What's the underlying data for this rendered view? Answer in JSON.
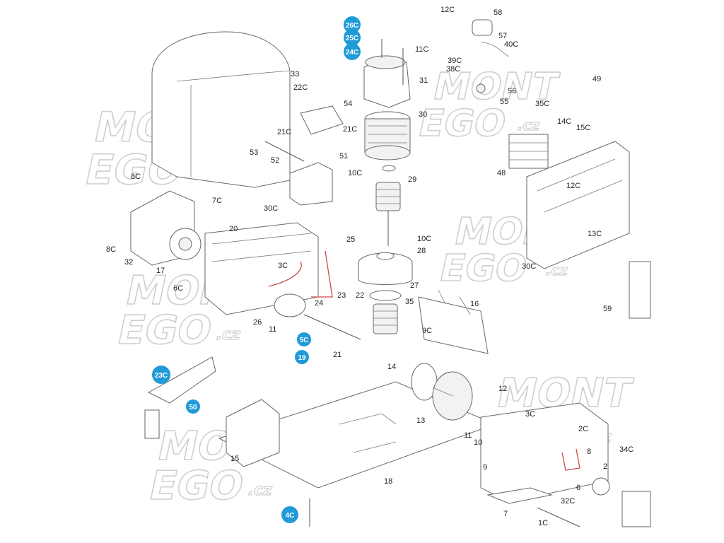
{
  "watermark": {
    "line1": "MONT",
    "line2": "EGO",
    "suffix": ".cz"
  },
  "labels": [
    {
      "id": "12C-top",
      "text": "12C"
    },
    {
      "id": "58",
      "text": "58"
    },
    {
      "id": "57",
      "text": "57"
    },
    {
      "id": "40C",
      "text": "40C"
    },
    {
      "id": "11C",
      "text": "11C"
    },
    {
      "id": "39C",
      "text": "39C"
    },
    {
      "id": "38C",
      "text": "38C"
    },
    {
      "id": "33",
      "text": "33"
    },
    {
      "id": "31",
      "text": "31"
    },
    {
      "id": "22C",
      "text": "22C"
    },
    {
      "id": "56",
      "text": "56"
    },
    {
      "id": "49",
      "text": "49"
    },
    {
      "id": "55",
      "text": "55"
    },
    {
      "id": "35C",
      "text": "35C"
    },
    {
      "id": "54",
      "text": "54"
    },
    {
      "id": "30",
      "text": "30"
    },
    {
      "id": "14C",
      "text": "14C"
    },
    {
      "id": "21C-a",
      "text": "21C"
    },
    {
      "id": "21C-b",
      "text": "21C"
    },
    {
      "id": "15C",
      "text": "15C"
    },
    {
      "id": "53",
      "text": "53"
    },
    {
      "id": "51",
      "text": "51"
    },
    {
      "id": "52",
      "text": "52"
    },
    {
      "id": "10C-a",
      "text": "10C"
    },
    {
      "id": "48",
      "text": "48"
    },
    {
      "id": "8C-a",
      "text": "8C"
    },
    {
      "id": "29",
      "text": "29"
    },
    {
      "id": "7C",
      "text": "7C"
    },
    {
      "id": "12C-right",
      "text": "12C"
    },
    {
      "id": "30C-a",
      "text": "30C"
    },
    {
      "id": "20",
      "text": "20"
    },
    {
      "id": "25",
      "text": "25"
    },
    {
      "id": "10C-b",
      "text": "10C"
    },
    {
      "id": "13C",
      "text": "13C"
    },
    {
      "id": "8C-b",
      "text": "8C"
    },
    {
      "id": "28",
      "text": "28"
    },
    {
      "id": "32",
      "text": "32"
    },
    {
      "id": "3C-a",
      "text": "3C"
    },
    {
      "id": "17",
      "text": "17"
    },
    {
      "id": "30C-b",
      "text": "30C"
    },
    {
      "id": "27",
      "text": "27"
    },
    {
      "id": "6C",
      "text": "6C"
    },
    {
      "id": "23",
      "text": "23"
    },
    {
      "id": "22",
      "text": "22"
    },
    {
      "id": "24",
      "text": "24"
    },
    {
      "id": "35",
      "text": "35"
    },
    {
      "id": "16",
      "text": "16"
    },
    {
      "id": "59",
      "text": "59"
    },
    {
      "id": "26",
      "text": "26"
    },
    {
      "id": "11-a",
      "text": "11"
    },
    {
      "id": "9C",
      "text": "9C"
    },
    {
      "id": "21",
      "text": "21"
    },
    {
      "id": "14",
      "text": "14"
    },
    {
      "id": "12",
      "text": "12"
    },
    {
      "id": "3C-b",
      "text": "3C"
    },
    {
      "id": "13",
      "text": "13"
    },
    {
      "id": "2C",
      "text": "2C"
    },
    {
      "id": "11-b",
      "text": "11"
    },
    {
      "id": "10",
      "text": "10"
    },
    {
      "id": "8",
      "text": "8"
    },
    {
      "id": "34C",
      "text": "34C"
    },
    {
      "id": "15",
      "text": "15"
    },
    {
      "id": "9",
      "text": "9"
    },
    {
      "id": "2",
      "text": "2"
    },
    {
      "id": "18",
      "text": "18"
    },
    {
      "id": "6",
      "text": "6"
    },
    {
      "id": "32C",
      "text": "32C"
    },
    {
      "id": "7",
      "text": "7"
    },
    {
      "id": "1C",
      "text": "1C"
    }
  ],
  "badges": [
    {
      "id": "26C",
      "text": "26C"
    },
    {
      "id": "25C",
      "text": "25C"
    },
    {
      "id": "24C",
      "text": "24C"
    },
    {
      "id": "5C",
      "text": "5C"
    },
    {
      "id": "19",
      "text": "19"
    },
    {
      "id": "23C",
      "text": "23C"
    },
    {
      "id": "50",
      "text": "50"
    },
    {
      "id": "4C",
      "text": "4C"
    }
  ],
  "colors": {
    "badge": "#1f9bd7",
    "highlight": "#c94b4b",
    "line": "#666666",
    "watermark": "#cfcfcf"
  }
}
